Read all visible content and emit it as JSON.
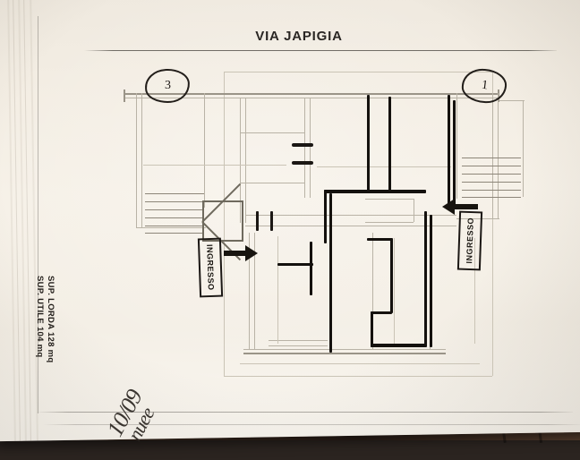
{
  "document": {
    "title": "VIA JAPIGIA",
    "type": "architectural-floor-plan",
    "paper_color": "#f4efe6",
    "ink_color": "#1b1714"
  },
  "references": [
    {
      "label": "3",
      "name": "ref-circle-3"
    },
    {
      "label": "1",
      "name": "ref-circle-1"
    }
  ],
  "entrances": [
    {
      "label": "INGRESSO",
      "arrow": "right"
    },
    {
      "label": "INGRESSO",
      "arrow": "left"
    }
  ],
  "surface_note": {
    "line1": "SUP. LORDA 128 mq",
    "line2": "SUP. UTILE 104 mq"
  },
  "handwriting": {
    "line1": "10/09",
    "line2": "nuee"
  }
}
